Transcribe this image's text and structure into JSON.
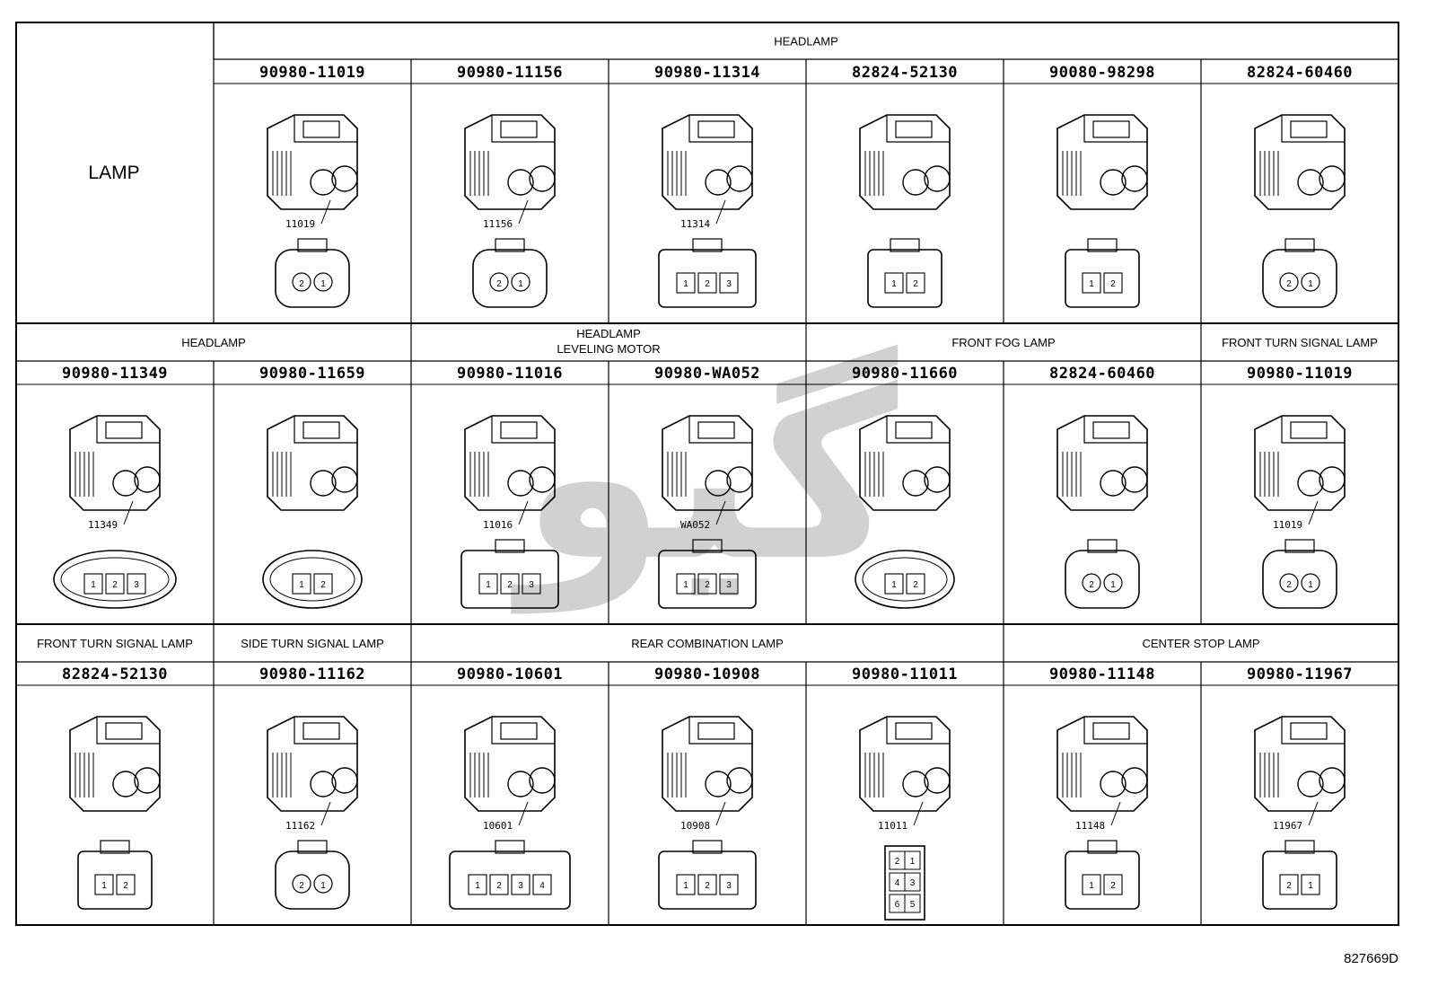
{
  "figure_id": "827669D",
  "watermark": "گیو",
  "row_label": "LAMP",
  "rows": [
    {
      "groups": [
        {
          "label": "HEADLAMP",
          "span": [
            1,
            6
          ]
        }
      ],
      "cells": [
        {
          "col": 1,
          "part": "90980-11019",
          "callout": "11019",
          "pins": [
            "2",
            "1"
          ],
          "kind": "round2"
        },
        {
          "col": 2,
          "part": "90980-11156",
          "callout": "11156",
          "pins": [
            "2",
            "1"
          ],
          "kind": "round2"
        },
        {
          "col": 3,
          "part": "90980-11314",
          "callout": "11314",
          "pins": [
            "1",
            "2",
            "3"
          ],
          "kind": "block3"
        },
        {
          "col": 4,
          "part": "82824-52130",
          "callout": "",
          "pins": [
            "1",
            "2"
          ],
          "kind": "rect2"
        },
        {
          "col": 5,
          "part": "90080-98298",
          "callout": "",
          "pins": [
            "1",
            "2"
          ],
          "kind": "rect2"
        },
        {
          "col": 6,
          "part": "82824-60460",
          "callout": "",
          "pins": [
            "2",
            "1"
          ],
          "kind": "round2"
        }
      ]
    },
    {
      "groups": [
        {
          "label": "HEADLAMP",
          "span": [
            0,
            1
          ]
        },
        {
          "label": "HEADLAMP",
          "label2": "LEVELING MOTOR",
          "span": [
            2,
            3
          ]
        },
        {
          "label": "FRONT FOG LAMP",
          "span": [
            4,
            5
          ]
        },
        {
          "label": "FRONT TURN SIGNAL LAMP",
          "span": [
            6,
            6
          ]
        }
      ],
      "cells": [
        {
          "col": 0,
          "part": "90980-11349",
          "callout": "11349",
          "pins": [
            "1",
            "2",
            "3"
          ],
          "kind": "oval3"
        },
        {
          "col": 1,
          "part": "90980-11659",
          "callout": "",
          "pins": [
            "1",
            "2"
          ],
          "kind": "oval2"
        },
        {
          "col": 2,
          "part": "90980-11016",
          "callout": "11016",
          "pins": [
            "1",
            "2",
            "3"
          ],
          "kind": "tri3"
        },
        {
          "col": 3,
          "part": "90980-WA052",
          "callout": "WA052",
          "pins": [
            "1",
            "2",
            "3"
          ],
          "kind": "row3"
        },
        {
          "col": 4,
          "part": "90980-11660",
          "callout": "",
          "pins": [
            "1",
            "2"
          ],
          "kind": "oval2"
        },
        {
          "col": 5,
          "part": "82824-60460",
          "callout": "",
          "pins": [
            "2",
            "1"
          ],
          "kind": "round2"
        },
        {
          "col": 6,
          "part": "90980-11019",
          "callout": "11019",
          "pins": [
            "2",
            "1"
          ],
          "kind": "round2"
        }
      ]
    },
    {
      "groups": [
        {
          "label": "FRONT TURN SIGNAL LAMP",
          "span": [
            0,
            0
          ]
        },
        {
          "label": "SIDE TURN SIGNAL LAMP",
          "span": [
            1,
            1
          ]
        },
        {
          "label": "REAR COMBINATION LAMP",
          "span": [
            2,
            4
          ]
        },
        {
          "label": "CENTER STOP LAMP",
          "span": [
            5,
            6
          ]
        }
      ],
      "cells": [
        {
          "col": 0,
          "part": "82824-52130",
          "callout": "",
          "pins": [
            "1",
            "2"
          ],
          "kind": "rect2"
        },
        {
          "col": 1,
          "part": "90980-11162",
          "callout": "11162",
          "pins": [
            "2",
            "1"
          ],
          "kind": "round2"
        },
        {
          "col": 2,
          "part": "90980-10601",
          "callout": "10601",
          "pins": [
            "1",
            "2",
            "3",
            "4"
          ],
          "kind": "row4"
        },
        {
          "col": 3,
          "part": "90980-10908",
          "callout": "10908",
          "pins": [
            "1",
            "2",
            "3"
          ],
          "kind": "row3"
        },
        {
          "col": 4,
          "part": "90980-11011",
          "callout": "11011",
          "pins": [
            "2",
            "1",
            "4",
            "3",
            "6",
            "5"
          ],
          "kind": "grid6"
        },
        {
          "col": 5,
          "part": "90980-11148",
          "callout": "11148",
          "pins": [
            "1",
            "2"
          ],
          "kind": "rect2"
        },
        {
          "col": 6,
          "part": "90980-11967",
          "callout": "11967",
          "pins": [
            "2",
            "1"
          ],
          "kind": "clip2"
        }
      ]
    }
  ]
}
